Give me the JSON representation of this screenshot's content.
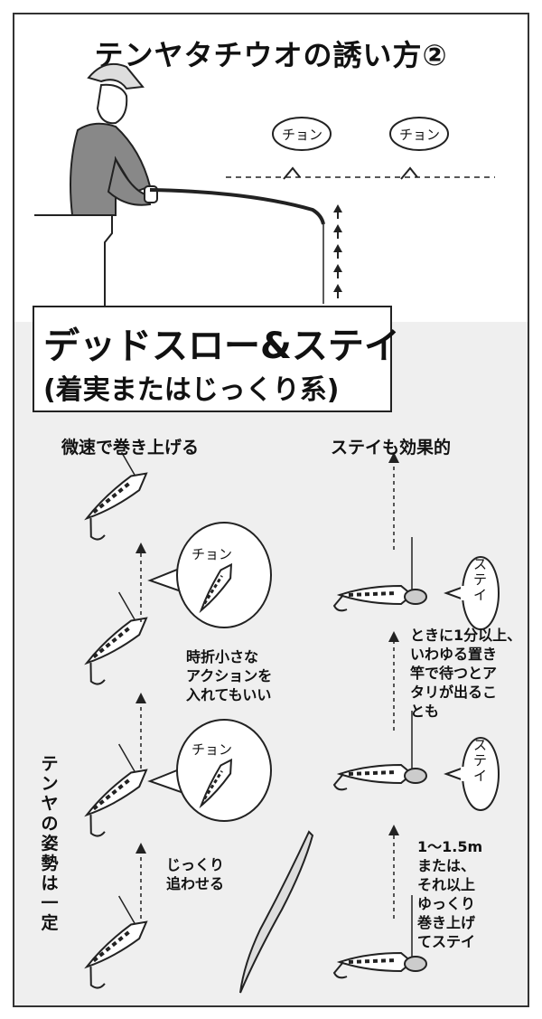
{
  "title": "テンヤタチウオの誘い方②",
  "method_box": {
    "line1": "デッドスロー&ステイ",
    "line2": "(着実またはじっくり系)"
  },
  "top_scene": {
    "bubble_left": "チョン",
    "bubble_right": "チョン"
  },
  "left_column": {
    "heading": "微速で巻き上げる",
    "bubble_1": "チョン",
    "bubble_2": "チョン",
    "note_action": [
      "時折小さな",
      "アクションを",
      "入れてもいい"
    ],
    "note_chase": [
      "じっくり",
      "追わせる"
    ],
    "vertical_caption": "テンヤの姿勢は一定"
  },
  "right_column": {
    "heading": "ステイも効果的",
    "stay_bubble_1": "ステイ",
    "stay_bubble_2": "ステイ",
    "note_wait": [
      "ときに1分以上、",
      "いわゆる置き",
      "竿で待つとア",
      "タリが出るこ",
      "とも"
    ],
    "note_retrieve": [
      "1〜1.5m",
      "または、",
      "それ以上",
      "ゆっくり",
      "巻き上げ",
      "てステイ"
    ]
  }
}
